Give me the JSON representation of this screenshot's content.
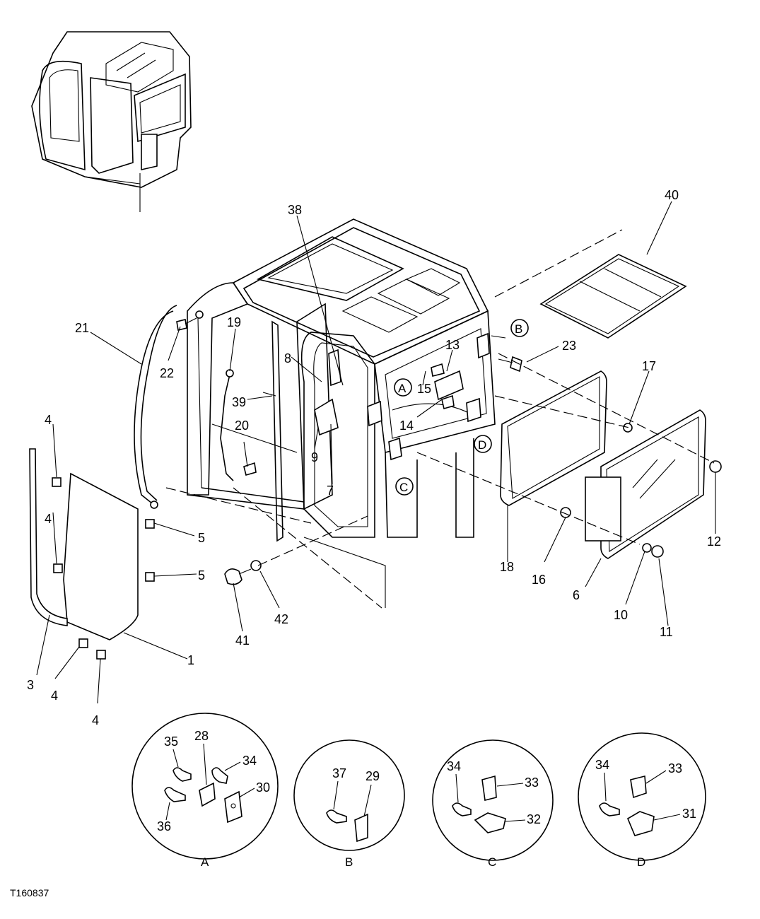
{
  "figure_id": "T160837",
  "callouts": {
    "c1": "1",
    "c3": "3",
    "c4a": "4",
    "c4b": "4",
    "c4c": "4",
    "c4d": "4",
    "c5a": "5",
    "c5b": "5",
    "c6": "6",
    "c7": "7",
    "c8": "8",
    "c9": "9",
    "c10": "10",
    "c11": "11",
    "c12": "12",
    "c13": "13",
    "c14": "14",
    "c15": "15",
    "c16": "16",
    "c17": "17",
    "c18": "18",
    "c19": "19",
    "c20": "20",
    "c21": "21",
    "c22": "22",
    "c23": "23",
    "c38": "38",
    "c39": "39",
    "c40": "40",
    "c41": "41",
    "c42": "42"
  },
  "detail_markers": {
    "A": "A",
    "B": "B",
    "C": "C",
    "D": "D"
  },
  "details": {
    "A": {
      "label": "A",
      "parts": [
        "35",
        "28",
        "34",
        "30",
        "36"
      ]
    },
    "B": {
      "label": "B",
      "parts": [
        "37",
        "29"
      ]
    },
    "C": {
      "label": "C",
      "parts": [
        "34",
        "33",
        "32"
      ]
    },
    "D": {
      "label": "D",
      "parts": [
        "34",
        "33",
        "31"
      ]
    }
  }
}
